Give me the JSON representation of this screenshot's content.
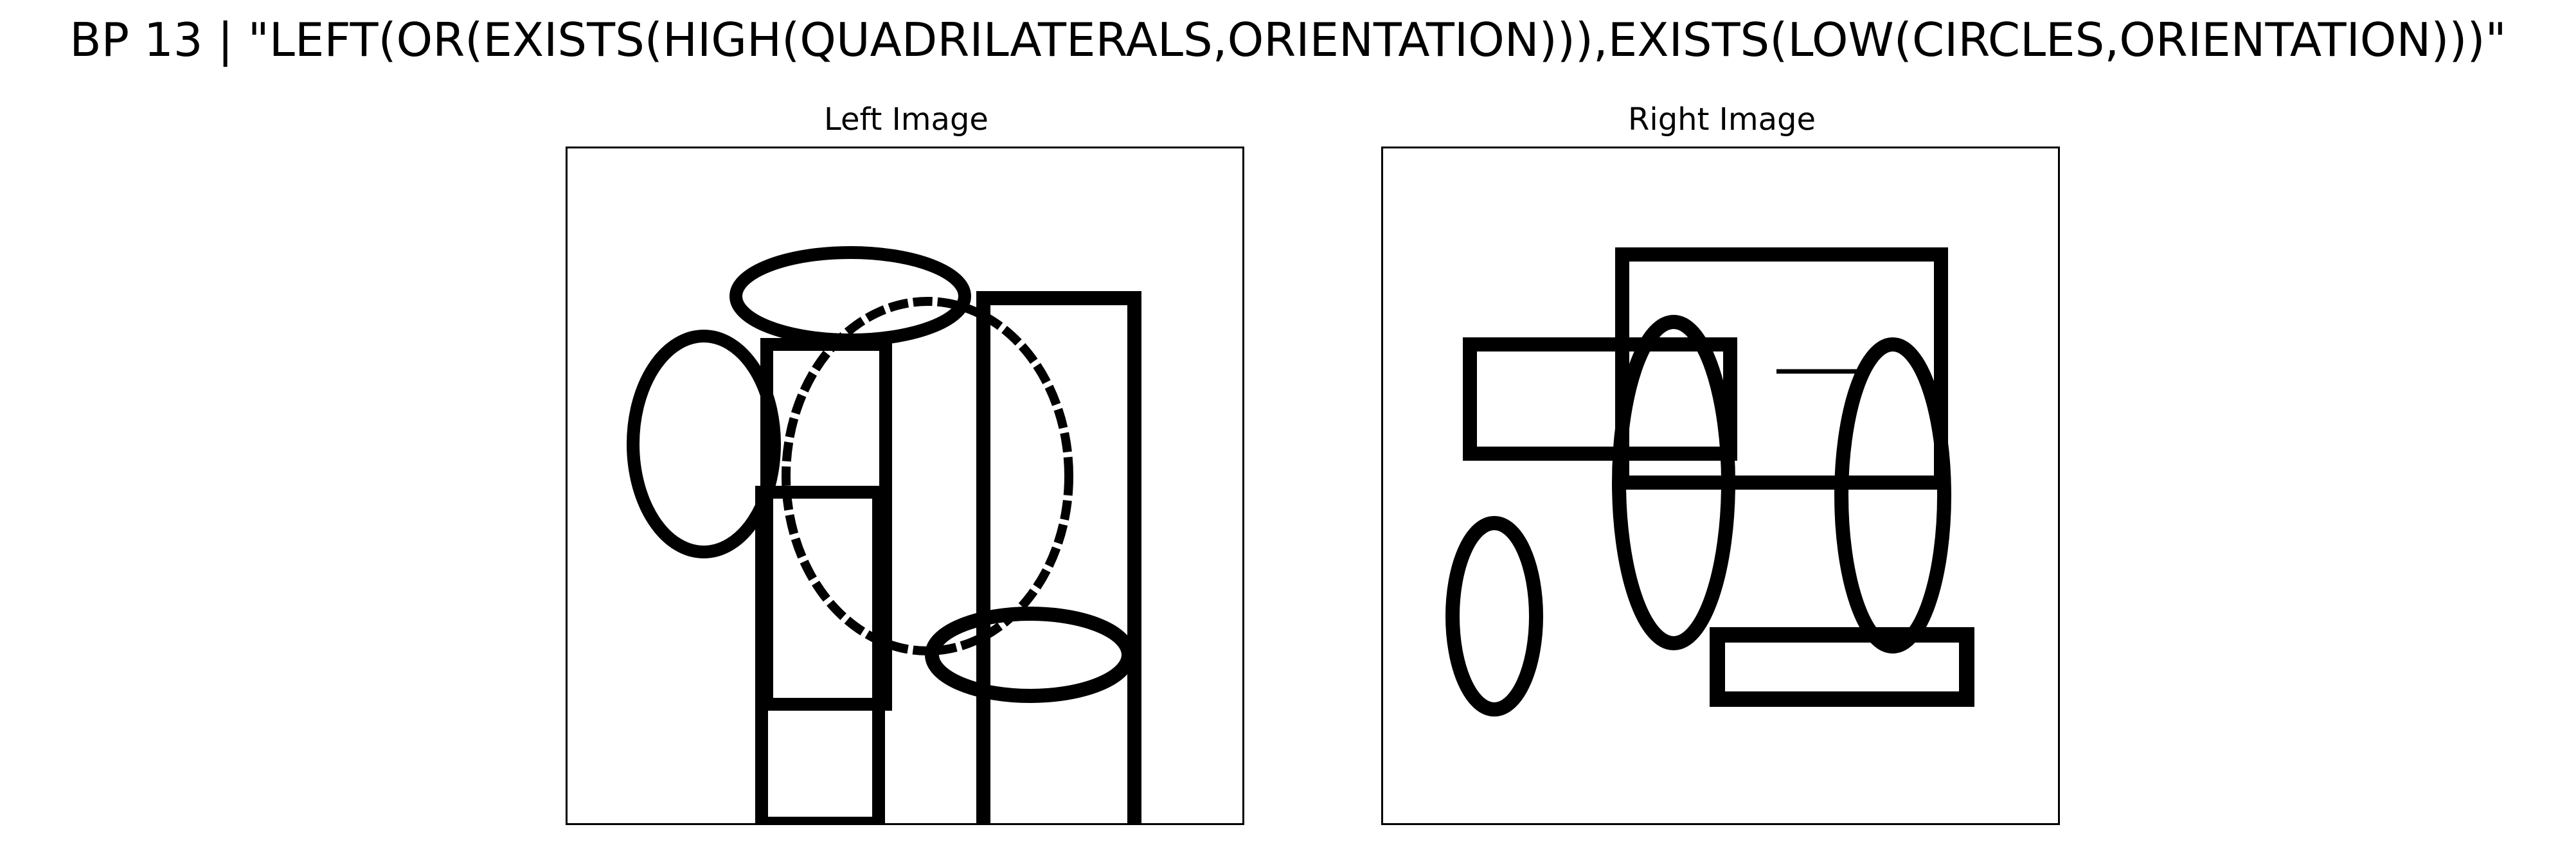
{
  "figure": {
    "title": "BP 13 | \"LEFT(OR(EXISTS(HIGH(QUADRILATERALS,ORIENTATION))),EXISTS(LOW(CIRCLES,ORIENTATION)))\""
  },
  "panels": [
    {
      "title": "Left Image"
    },
    {
      "title": "Right Image"
    }
  ],
  "colors": {
    "ink": "#000000",
    "background": "#ffffff"
  }
}
